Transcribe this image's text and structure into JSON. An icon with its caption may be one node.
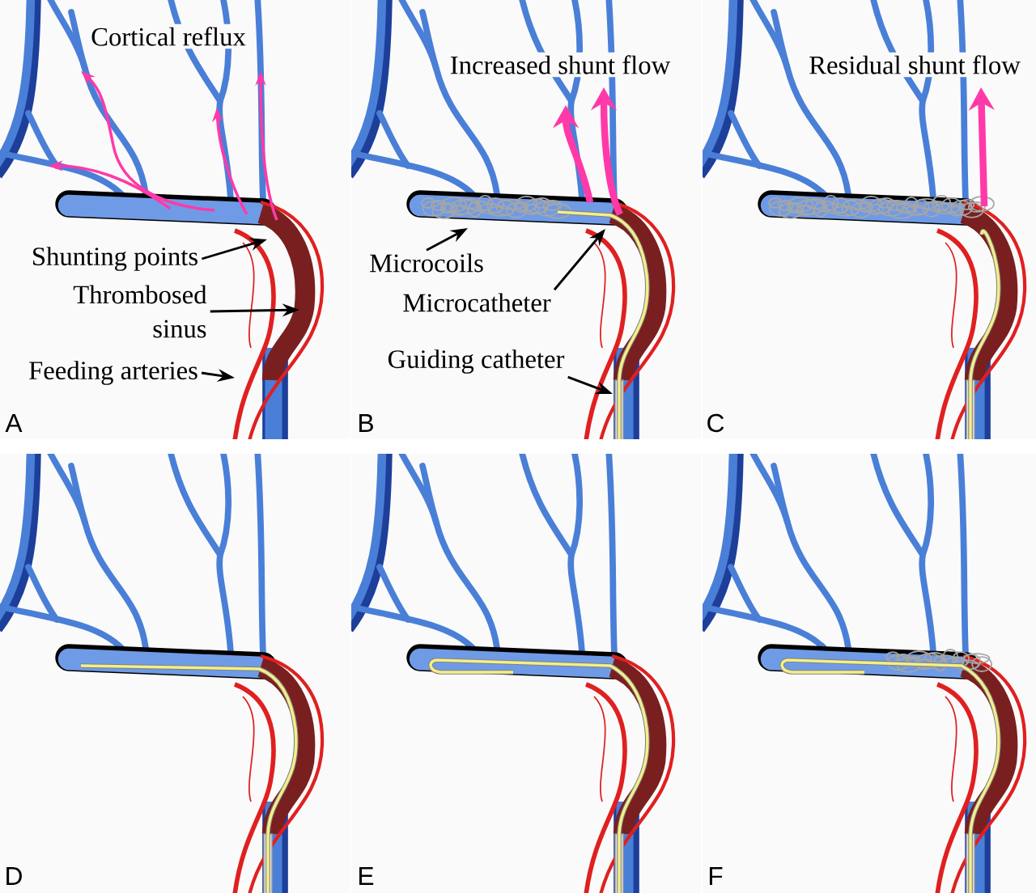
{
  "diagram": {
    "nodes": [
      {
        "text": [
          "Shunting points"
        ]
      },
      {
        "text": [
          "Thrombosed sinus"
        ]
      },
      {
        "text": [
          "Feeding arteries"
        ]
      },
      {
        "text": [
          "Microcoils"
        ]
      },
      {
        "text": [
          "Microcatheter"
        ]
      },
      {
        "text": [
          "Guiding catheter"
        ]
      }
    ],
    "edges": [
      {
        "from": 0,
        "to": null,
        "arrow": "to"
      },
      {
        "from": 1,
        "to": null,
        "arrow": "to"
      },
      {
        "from": 2,
        "to": null,
        "arrow": "to"
      },
      {
        "from": 3,
        "to": null,
        "arrow": "to"
      },
      {
        "from": 4,
        "to": null,
        "arrow": "to"
      },
      {
        "from": 5,
        "to": null,
        "arrow": "to"
      }
    ],
    "labels": [
      "Cortical reflux",
      "Increased shunt flow",
      "Residual shunt flow",
      "A",
      "B",
      "C",
      "D",
      "E",
      "F"
    ]
  }
}
